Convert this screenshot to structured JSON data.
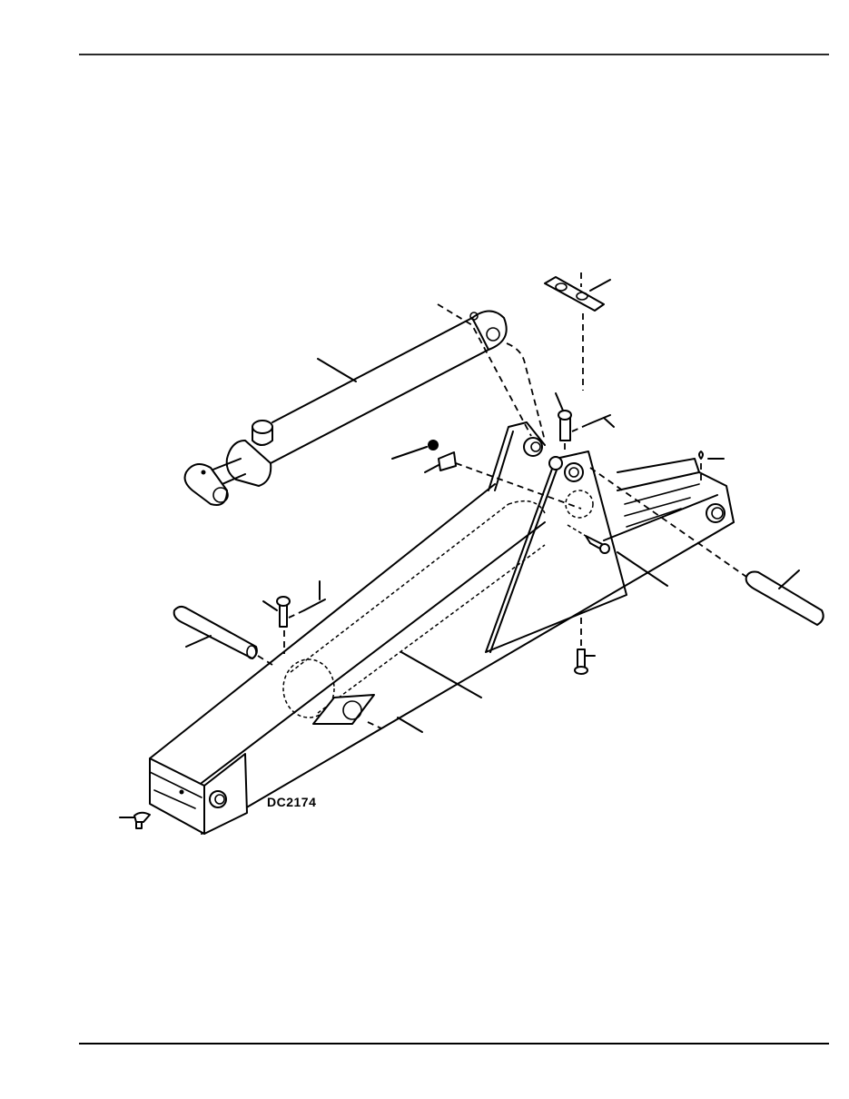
{
  "page": {
    "header_rule": true,
    "footer_rule": true
  },
  "figure": {
    "description": "Exploded isometric line drawing of boom assembly with hydraulic cylinder, pins, bolts, clips and mounting brackets",
    "drawing_code": "DC2174",
    "line_color": "#000000",
    "background_color": "#ffffff",
    "components": [
      {
        "name": "hydraulic-cylinder"
      },
      {
        "name": "cylinder-mount-plate"
      },
      {
        "name": "clevis-pin-top"
      },
      {
        "name": "cotter-pin-top"
      },
      {
        "name": "lock-nut"
      },
      {
        "name": "clip-bracket"
      },
      {
        "name": "boom-bracket-triangle"
      },
      {
        "name": "grease-fitting-right"
      },
      {
        "name": "pivot-pin-right"
      },
      {
        "name": "bolt-side"
      },
      {
        "name": "bolt-bottom"
      },
      {
        "name": "pin-left"
      },
      {
        "name": "clevis-pin-left"
      },
      {
        "name": "cotter-pin-left"
      },
      {
        "name": "boom-arm"
      },
      {
        "name": "wear-pad"
      },
      {
        "name": "grease-fitting-end"
      }
    ]
  }
}
